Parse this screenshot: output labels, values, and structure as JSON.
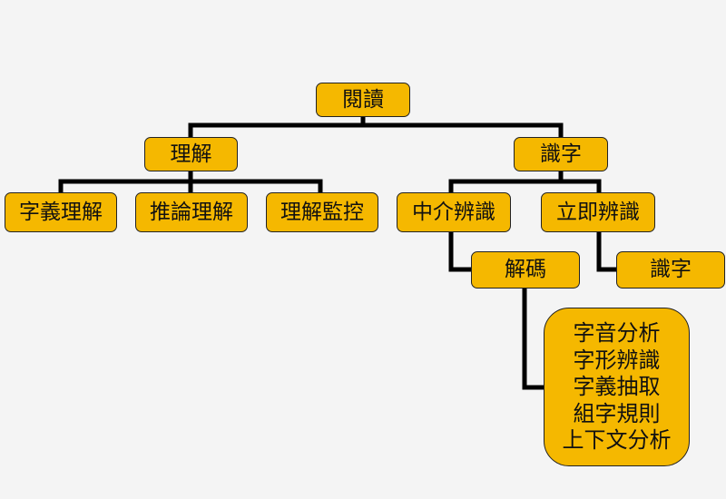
{
  "diagram": {
    "root": "閱讀",
    "comprehension": {
      "label": "理解",
      "children": [
        "字義理解",
        "推論理解",
        "理解監控"
      ]
    },
    "word_recognition": {
      "label": "識字",
      "mediated": "中介辨識",
      "immediate": "立即辨識",
      "decoding": "解碼",
      "decoding_steps": [
        "字音分析",
        "字形辨識",
        "字義抽取",
        "組字規則",
        "上下文分析"
      ],
      "immediate_child": "識字"
    }
  }
}
